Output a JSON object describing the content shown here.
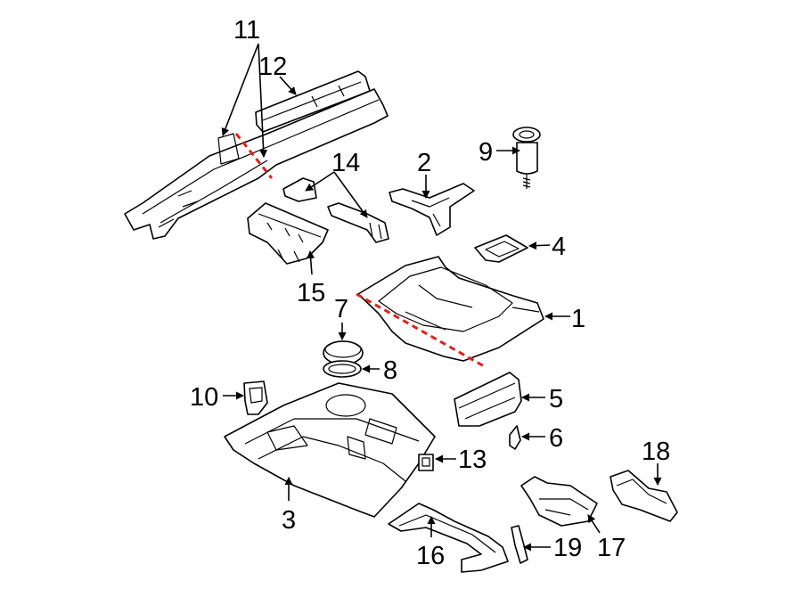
{
  "diagram": {
    "callouts": {
      "c1": "1",
      "c2": "2",
      "c3": "3",
      "c4": "4",
      "c5": "5",
      "c6": "6",
      "c7": "7",
      "c8": "8",
      "c9": "9",
      "c10": "10",
      "c11": "11",
      "c12": "12",
      "c13": "13",
      "c14": "14",
      "c15": "15",
      "c16": "16",
      "c17": "17",
      "c18": "18",
      "c19": "19"
    },
    "colors": {
      "line": "#000000",
      "cut_line": "#e0201c",
      "background": "#ffffff"
    }
  }
}
